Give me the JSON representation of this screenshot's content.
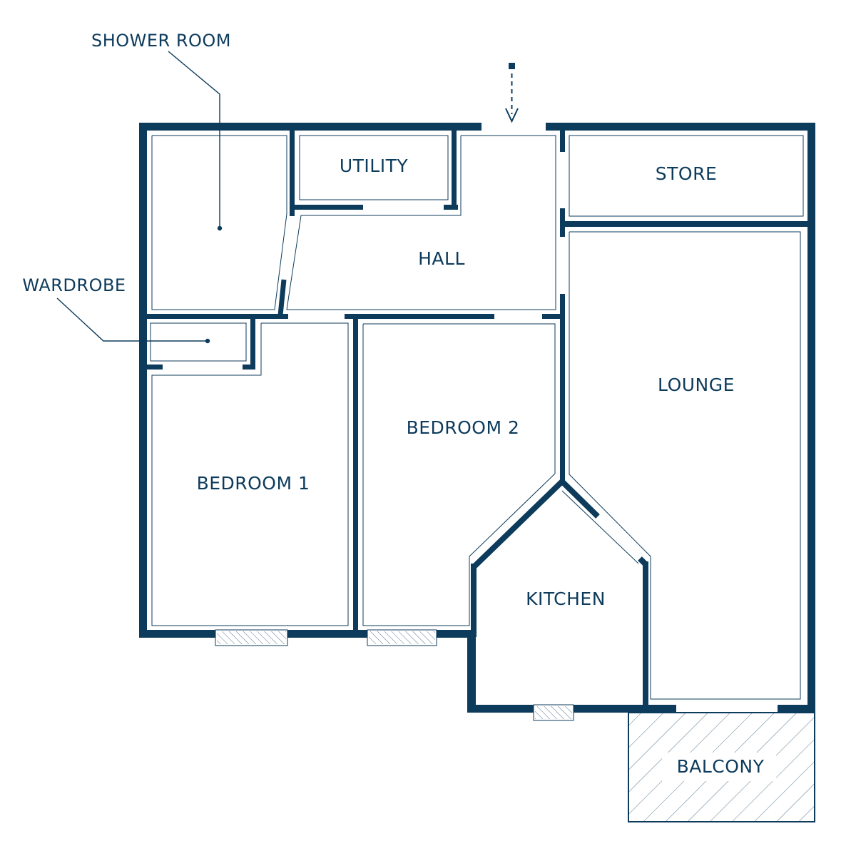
{
  "rooms": {
    "utility": "UTILITY",
    "store": "STORE",
    "hall": "HALL",
    "lounge": "LOUNGE",
    "bedroom2": "BEDROOM 2",
    "bedroom1": "BEDROOM 1",
    "kitchen": "KITCHEN",
    "balcony": "BALCONY"
  },
  "callouts": {
    "shower_room": "SHOWER ROOM",
    "wardrobe": "WARDROBE"
  },
  "colors": {
    "wall": "#0d3b5c",
    "background": "#ffffff"
  },
  "icons": {
    "entrance": "entrance-arrow-icon"
  }
}
